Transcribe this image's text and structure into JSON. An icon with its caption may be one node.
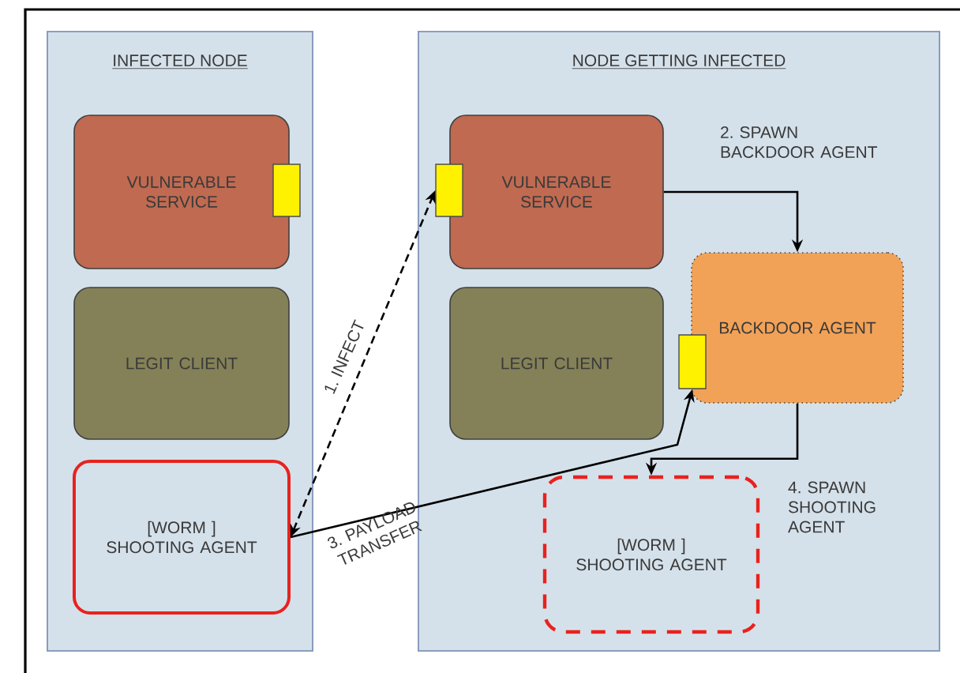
{
  "diagram": {
    "nodes": [
      {
        "text": [
          "INFECTED NODE"
        ]
      },
      {
        "text": [
          "VULNERABLE SERVICE"
        ],
        "in": 0
      },
      {
        "text": [
          "LEGIT CLIENT"
        ],
        "in": 0
      },
      {
        "text": [
          "[WORM ] SHOOTING AGENT"
        ],
        "in": 0
      },
      {
        "text": [
          "NODE GETTING INFECTED"
        ]
      },
      {
        "text": [
          "VULNERABLE SERVICE"
        ],
        "in": 4
      },
      {
        "text": [
          "LEGIT CLIENT"
        ],
        "in": 4
      },
      {
        "text": [
          "BACKDOOR AGENT"
        ],
        "in": 4
      },
      {
        "text": [
          "[WORM ] SHOOTING AGENT"
        ],
        "in": 4
      },
      {
        "text": [],
        "shape": "box",
        "in": 0
      },
      {
        "text": [],
        "shape": "box",
        "in": 4
      },
      {
        "text": [],
        "shape": "box",
        "in": 4
      }
    ],
    "edges": [
      {
        "from": 3,
        "to": 10,
        "arrow": "both",
        "label": "1. INFECT",
        "style": "dashed"
      },
      {
        "from": 5,
        "to": 7,
        "arrow": "to",
        "label": "2. SPAWN BACKDOOR AGENT"
      },
      {
        "from": 3,
        "to": 11,
        "arrow": "to",
        "label": "3. PAYLOAD TRANSFER"
      },
      {
        "from": 7,
        "to": 8,
        "arrow": "to",
        "label": "4. SPAWN SHOOTING AGENT"
      }
    ]
  }
}
